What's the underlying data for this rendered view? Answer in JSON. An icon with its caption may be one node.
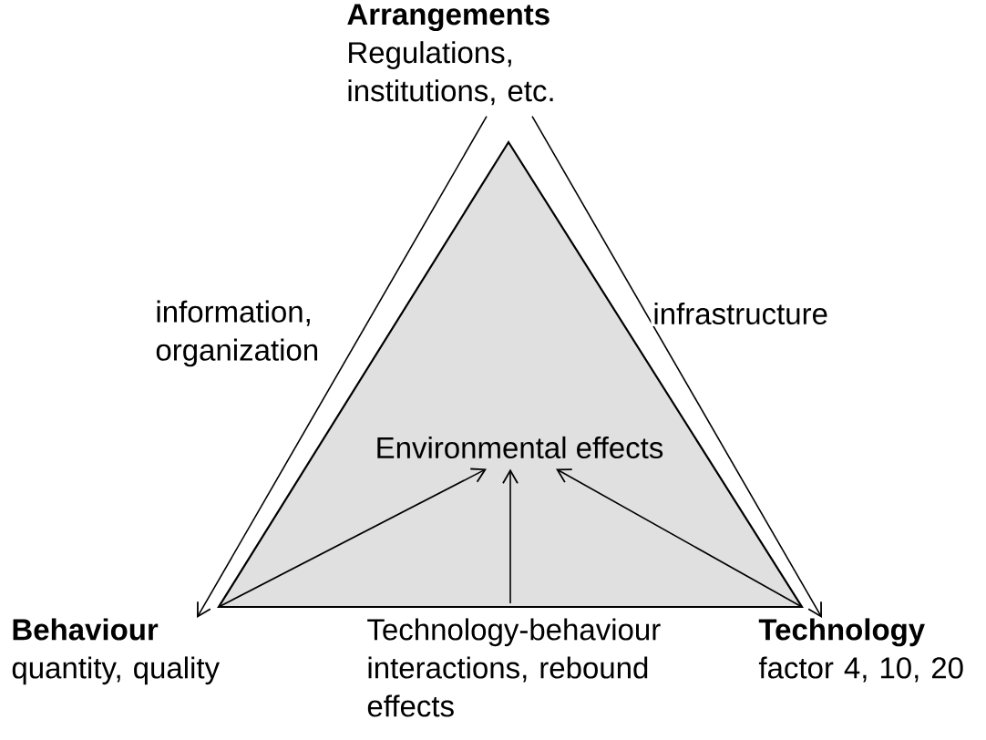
{
  "diagram": {
    "nodes": [
      {
        "text": [
          "Arrangements",
          "Regulations, institutions, etc."
        ]
      },
      {
        "text": [
          "Behaviour",
          "quantity, quality"
        ]
      },
      {
        "text": [
          "Technology",
          "factor 4, 10, 20"
        ]
      },
      {
        "text": [],
        "shape": "triangle"
      },
      {
        "text": [
          "Environmental effects"
        ],
        "in": 3
      },
      {
        "text": [
          "Technology-behaviour interactions, rebound effects"
        ]
      }
    ],
    "edges": [
      {
        "from": 0,
        "to": 1,
        "arrow": "to",
        "label": "information, organization"
      },
      {
        "from": 0,
        "to": 2,
        "arrow": "to",
        "label": "infrastructure"
      },
      {
        "from": 1,
        "to": 4,
        "arrow": "to"
      },
      {
        "from": 5,
        "to": 4,
        "arrow": "to"
      },
      {
        "from": 2,
        "to": 4,
        "arrow": "to"
      }
    ]
  }
}
